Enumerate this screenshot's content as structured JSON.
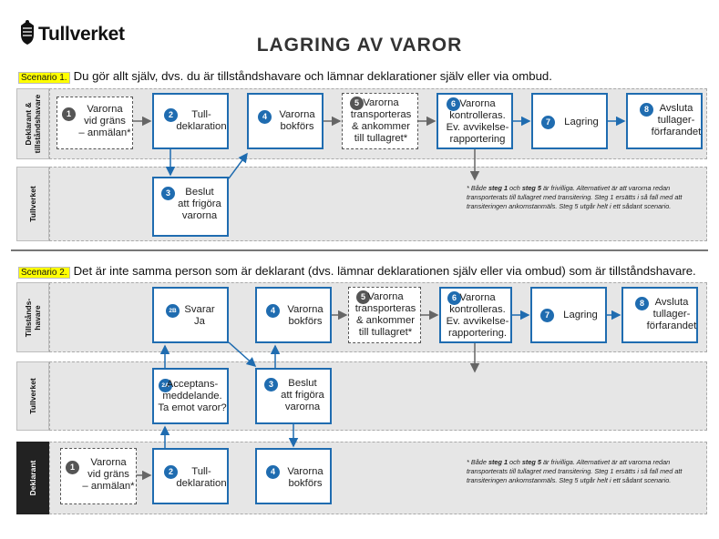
{
  "header": {
    "logo_text": "Tullverket",
    "title": "LAGRING AV VAROR"
  },
  "scenario1": {
    "badge": "Scenario 1.",
    "text": "Du gör allt själv, dvs. du är tillståndshavare och lämnar deklarationer själv eller via ombud.",
    "lanes": [
      "Deklarant & tillståndshavare",
      "Tullverket"
    ],
    "steps": [
      {
        "num": "1",
        "label": "Varorna\nvid gräns\n– anmälan*"
      },
      {
        "num": "2",
        "label": "Tull-\ndeklaration"
      },
      {
        "num": "3",
        "label": "Beslut\natt frigöra\nvarorna"
      },
      {
        "num": "4",
        "label": "Varorna\nbokförs"
      },
      {
        "num": "5",
        "label": "Varorna\ntransporteras\n& ankommer\ntill tullagret*"
      },
      {
        "num": "6",
        "label": "Varorna\nkontrolleras.\nEv. avvikelse-\nrapportering"
      },
      {
        "num": "7",
        "label": "Lagring"
      },
      {
        "num": "8",
        "label": "Avsluta\ntullager-\nförfarandet"
      }
    ],
    "note": {
      "prefix": "* Både ",
      "bold1": "steg 1",
      "mid": " och ",
      "bold2": "steg 5",
      "rest": " är frivilliga. Alternativet är att varorna redan transporterats till tullagret med transitering. Steg 1 ersätts i så fall med att transiteringen ankomstanmäls. Steg 5 utgår helt i ett sådant scenario."
    }
  },
  "scenario2": {
    "badge": "Scenario 2.",
    "text": "Det är inte samma person som är deklarant (dvs. lämnar deklarationen själv eller via ombud) som är tillståndshavare.",
    "lanes": [
      "Tillstånds-havare",
      "Tullverket",
      "Deklarant"
    ],
    "steps": [
      {
        "num": "2B",
        "label": "Svarar\nJa"
      },
      {
        "num": "4",
        "label": "Varorna\nbokförs"
      },
      {
        "num": "5",
        "label": "Varorna\ntransporteras\n& ankommer\ntill tullagret*"
      },
      {
        "num": "6",
        "label": "Varorna\nkontrolleras.\nEv. avvikelse-\nrapportering."
      },
      {
        "num": "7",
        "label": "Lagring"
      },
      {
        "num": "8",
        "label": "Avsluta\ntullager-\nförfarandet"
      },
      {
        "num": "2A",
        "label": "Acceptans-\nmeddelande.\nTa emot varor?"
      },
      {
        "num": "3",
        "label": "Beslut\natt frigöra\nvarorna"
      },
      {
        "num": "1",
        "label": "Varorna\nvid gräns\n– anmälan*"
      },
      {
        "num": "2",
        "label": "Tull-\ndeklaration"
      },
      {
        "num": "4",
        "label": "Varorna\nbokförs"
      }
    ],
    "note": {
      "prefix": "* Både ",
      "bold1": "steg 1",
      "mid": " och ",
      "bold2": "steg 5",
      "rest": " är frivilliga. Alternativet är att varorna redan transporterats till tullagret med transitering. Steg 1 ersätts i så fall med att transiteringen ankomstanmäls. Steg 5 utgår helt i ett sådant scenario."
    }
  },
  "colors": {
    "accent": "#1f6cb0",
    "lane_bg": "#e6e6e6",
    "badge": "#ffff00",
    "dark_lane": "#222222"
  }
}
